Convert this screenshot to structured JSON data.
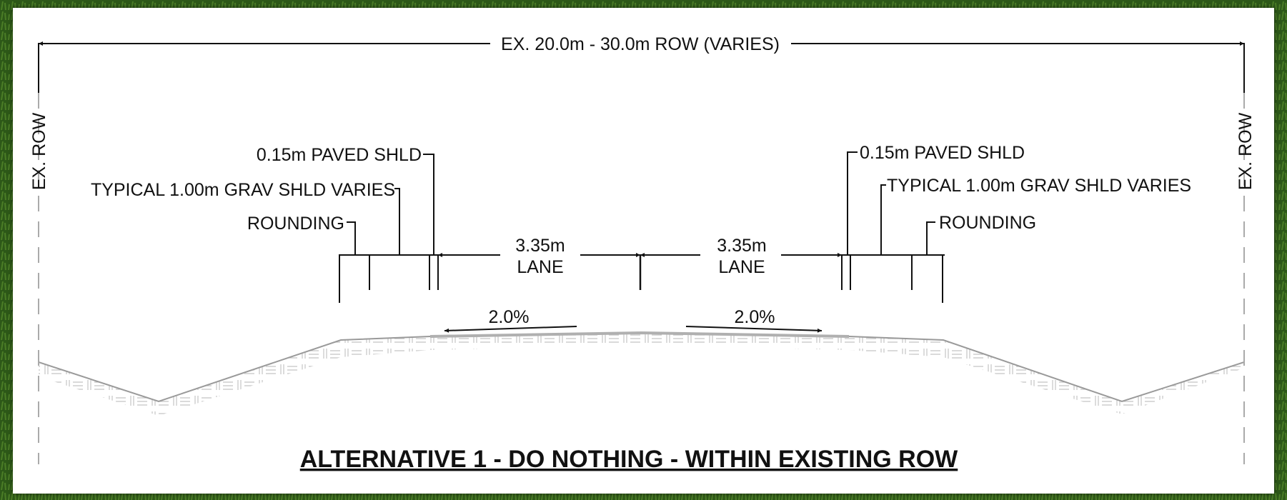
{
  "row": {
    "dimension_label": "EX. 20.0m - 30.0m ROW (VARIES)",
    "left_label": "EX. ROW",
    "right_label": "EX. ROW"
  },
  "left_shoulder": {
    "paved": "0.15m PAVED SHLD",
    "gravel": "TYPICAL 1.00m GRAV SHLD VARIES",
    "rounding": "ROUNDING"
  },
  "right_shoulder": {
    "paved": "0.15m PAVED SHLD",
    "gravel": "TYPICAL 1.00m GRAV SHLD VARIES",
    "rounding": "ROUNDING"
  },
  "lanes": [
    {
      "width": "3.35m",
      "name": "LANE",
      "slope": "2.0%"
    },
    {
      "width": "3.35m",
      "name": "LANE",
      "slope": "2.0%"
    }
  ],
  "title": "ALTERNATIVE 1 - DO NOTHING - WITHIN EXISTING ROW",
  "colors": {
    "background_grass": "#2f5a1a",
    "sheet": "#ffffff",
    "ink": "#111111",
    "ground_line": "#9a9a9a",
    "pavement": "#b0b0b0"
  }
}
